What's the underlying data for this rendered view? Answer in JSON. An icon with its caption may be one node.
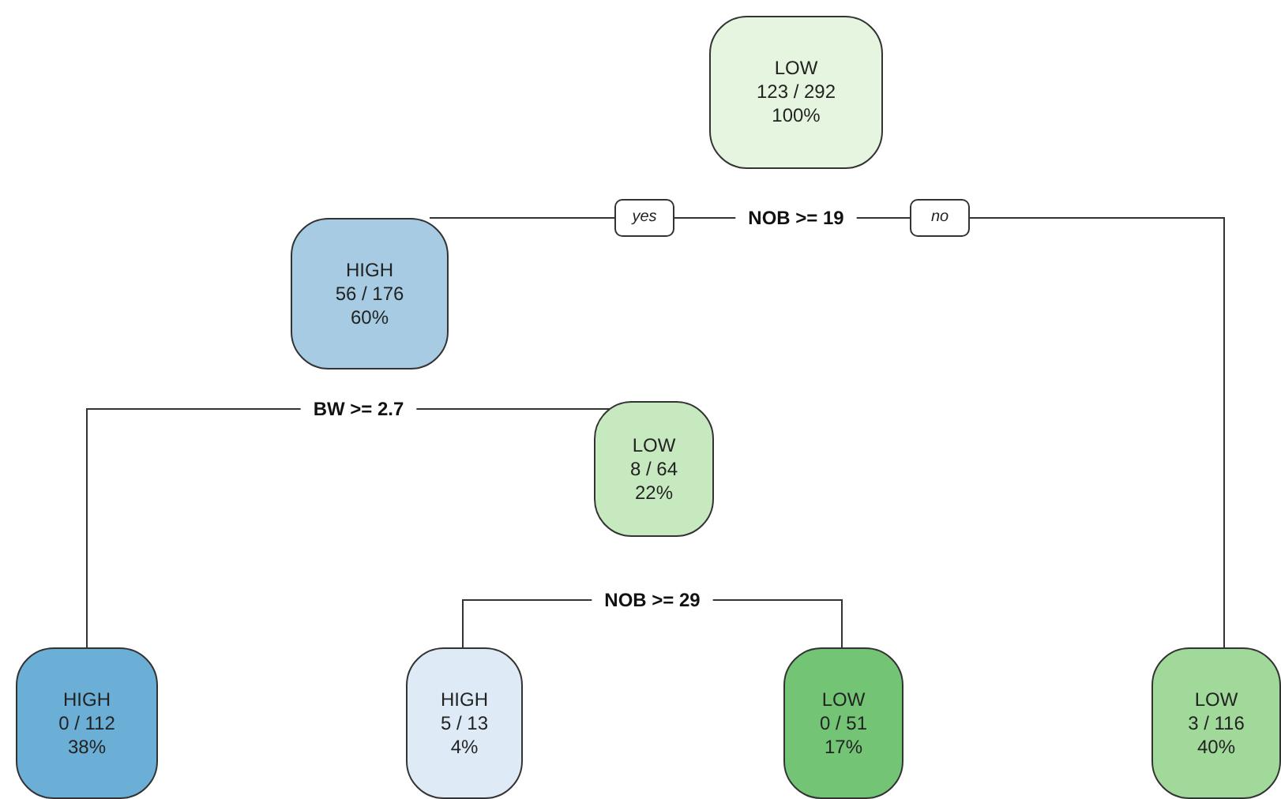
{
  "diagram": {
    "nodes": [
      {
        "text": [
          "LOW",
          "123 / 292",
          "100%"
        ]
      },
      {
        "text": [
          "NOB >= 19"
        ]
      },
      {
        "text": [
          "HIGH",
          "56 / 176",
          "60%"
        ]
      },
      {
        "text": [
          "BW >= 2.7"
        ]
      },
      {
        "text": [
          "LOW",
          "8 / 64",
          "22%"
        ]
      },
      {
        "text": [
          "NOB >= 29"
        ]
      },
      {
        "text": [
          "HIGH",
          "0 / 112",
          "38%"
        ]
      },
      {
        "text": [
          "HIGH",
          "5 / 13",
          "4%"
        ]
      },
      {
        "text": [
          "LOW",
          "0 / 51",
          "17%"
        ]
      },
      {
        "text": [
          "LOW",
          "3 / 116",
          "40%"
        ]
      }
    ],
    "edges": [
      {
        "from": 1,
        "to": 2,
        "arrow": "none",
        "label": "yes"
      },
      {
        "from": 1,
        "to": 9,
        "arrow": "none",
        "label": "no"
      },
      {
        "from": 3,
        "to": 6,
        "arrow": "none"
      },
      {
        "from": 3,
        "to": 4,
        "arrow": "none"
      },
      {
        "from": 5,
        "to": 7,
        "arrow": "none"
      },
      {
        "from": 5,
        "to": 8,
        "arrow": "none"
      }
    ]
  }
}
